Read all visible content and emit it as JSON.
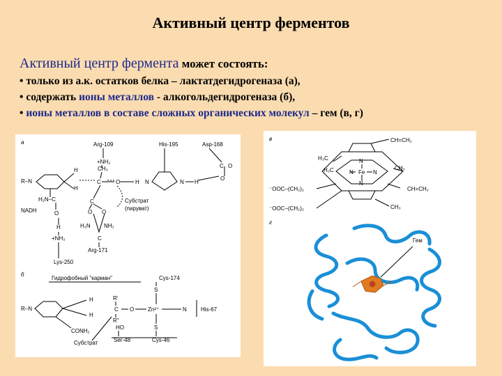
{
  "title": "Активный центр ферментов",
  "subtitle_main": "Активный центр фермента",
  "subtitle_tail": " может состоять:",
  "bullets": [
    {
      "marker": "• ",
      "p1": "только из а.к. остатков белка – лактатдегидрогеназа (а),",
      "p2": "",
      "p3": ""
    },
    {
      "marker": "• ",
      "p1": "содержать ",
      "p2": "ионы металлов",
      "p3": "  - алкогольдегидрогеназа (б),"
    },
    {
      "marker": "• ",
      "p1": "",
      "p2": "ионы металлов в составе сложных органических молекул",
      "p3": " – гем (в, г)"
    }
  ],
  "fig_a": {
    "panel": "а",
    "arg109": "Arg-109",
    "his195": "His-195",
    "asp168": "Asp-168",
    "nh2": "+NH₂",
    "nh3": "+NH₃",
    "nadh": "NADH",
    "h2nc": "H₂N–C",
    "ch3": "CH₃",
    "substrate": "Субстрат",
    "pyruvate": "(пируват)",
    "arg171": "Arg-171",
    "lys250": "Lys-250",
    "r": "R–N",
    "h": "H",
    "n": "N",
    "c": "C",
    "o": "O",
    "h2n": "H₂N",
    "nh2b": "NH₂"
  },
  "fig_b": {
    "panel": "б",
    "pocket": "Гидрофобный \"карман\"",
    "cys174": "Cys-174",
    "his67": "His-67",
    "ser48": "Ser-48",
    "cys46": "Cys-46",
    "substrate": "Субстрат",
    "conh2": "CONH₂",
    "zn": "Zn²⁺",
    "r1": "R'",
    "r2": "R''",
    "ho": "HO",
    "s": "S",
    "r": "R–N",
    "h": "H",
    "c": "C",
    "o": "O",
    "n": "N"
  },
  "fig_v": {
    "panel": "в",
    "h3c1": "H₃C",
    "h3c2": "H₃C",
    "ch3a": "CH₃",
    "ch3b": "CH₃",
    "vinyl1": "CH=CH₂",
    "vinyl2": "CH=CH₂",
    "fe": "Fe",
    "n": "N",
    "prop1": "⁻OOC–(CH₂)₂",
    "prop2": "⁻OOC–(CH₂)₂"
  },
  "fig_g": {
    "panel": "г",
    "heme": "Гем"
  },
  "colors": {
    "background": "#fbdcb0",
    "blue_text": "#1e2a8c",
    "protein": "#1a8fd6",
    "heme": "#e07b22"
  }
}
